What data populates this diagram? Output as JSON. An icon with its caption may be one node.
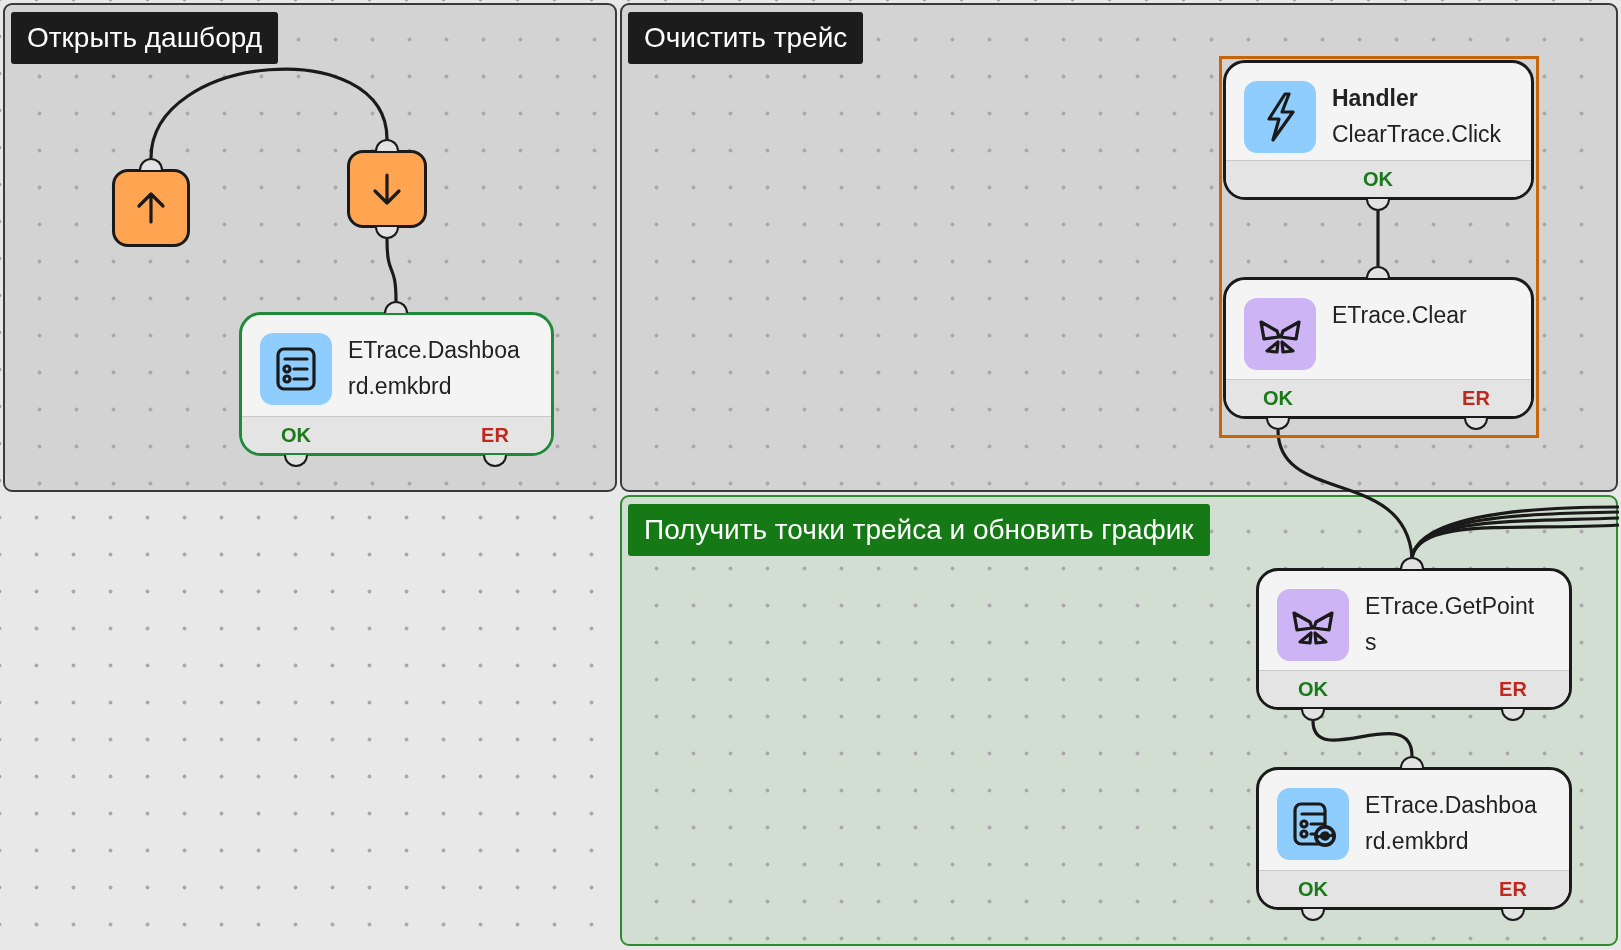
{
  "diagram": {
    "nodes": [
      {
        "text": [
          "Открыть дашборд"
        ]
      },
      {
        "text": [],
        "shape": "box",
        "in": 0
      },
      {
        "text": [],
        "shape": "box",
        "in": 0
      },
      {
        "text": [
          "ETrace.Dashboard.emkbrd",
          "OK",
          "ER"
        ],
        "in": 0
      },
      {
        "text": [
          "Очистить трейс"
        ]
      },
      {
        "text": [],
        "shape": "box",
        "in": 4
      },
      {
        "text": [
          "Handler",
          "ClearTrace.Click",
          "OK"
        ],
        "in": 5
      },
      {
        "text": [
          "ETrace.Clear",
          "OK",
          "ER"
        ],
        "in": 5
      },
      {
        "text": [
          "Получить точки трейса и обновить график"
        ]
      },
      {
        "text": [
          "ETrace.GetPoints",
          "OK",
          "ER"
        ],
        "in": 8
      },
      {
        "text": [
          "ETrace.Dashboard.emkbrd",
          "OK",
          "ER"
        ],
        "in": 8
      }
    ],
    "edges": [
      {
        "from": 1,
        "to": 2,
        "arrow": "none"
      },
      {
        "from": 2,
        "to": 3,
        "arrow": "none"
      },
      {
        "from": 6,
        "to": 7,
        "arrow": "none"
      },
      {
        "from": 7,
        "to": 9,
        "arrow": "none"
      },
      {
        "from": 9,
        "to": 10,
        "arrow": "none"
      },
      {
        "from": null,
        "to": 9,
        "arrow": "none"
      },
      {
        "from": null,
        "to": 9,
        "arrow": "none"
      },
      {
        "from": null,
        "to": 9,
        "arrow": "none"
      },
      {
        "from": null,
        "to": 9,
        "arrow": "none"
      }
    ]
  }
}
